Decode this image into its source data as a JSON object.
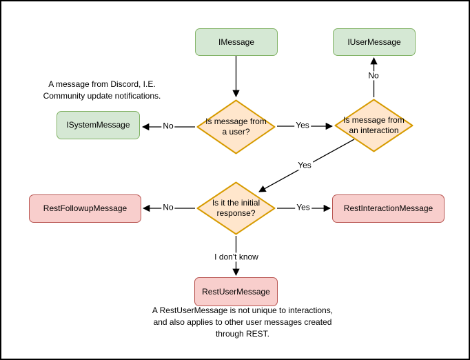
{
  "colors": {
    "canvas": "#ffffff",
    "text": "#000000",
    "edge": "#000000",
    "green-fill": "#d5e8d4",
    "green-stroke": "#82b366",
    "orange-fill": "#ffe6cc",
    "orange-stroke": "#d79b00",
    "red-fill": "#f8cecc",
    "red-stroke": "#b85450"
  },
  "nodes": {
    "imessage": {
      "label": "IMessage"
    },
    "iusermessage": {
      "label": "IUserMessage"
    },
    "isystemmessage": {
      "label": "ISystemMessage"
    },
    "restfollowupmessage": {
      "label": "RestFollowupMessage"
    },
    "restinteractionmessage": {
      "label": "RestInteractionMessage"
    },
    "restusermessage": {
      "label": "RestUserMessage"
    }
  },
  "decisions": {
    "from_user": {
      "label": "Is message from\na user?"
    },
    "from_interaction": {
      "label": "Is message from\nan interaction"
    },
    "initial_response": {
      "label": "Is it the initial\nresponse?"
    }
  },
  "edge_labels": {
    "user_no": "No",
    "user_yes": "Yes",
    "interaction_no": "No",
    "interaction_yes": "Yes",
    "initial_no": "No",
    "initial_yes": "Yes",
    "initial_unknown": "I don't know"
  },
  "annotations": {
    "system_note": "A message from Discord, I.E.\nCommunity update notifications.",
    "restuser_note": "A RestUserMessage is not unique to interactions,\nand also applies to other user messages created\nthrough REST."
  }
}
